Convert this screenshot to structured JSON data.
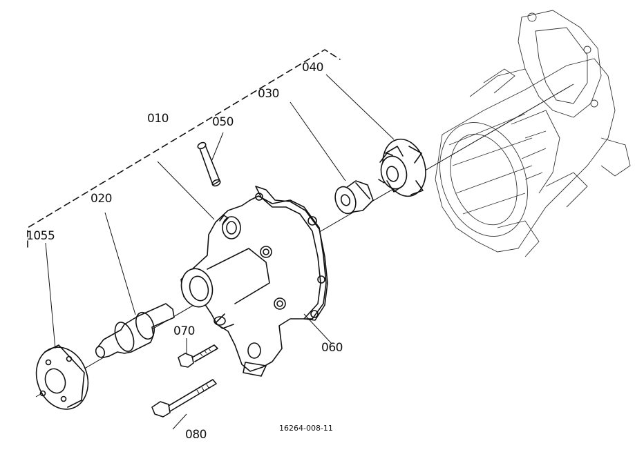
{
  "labels": {
    "p010": "010",
    "p020": "020",
    "p030": "030",
    "p040": "040",
    "p050": "050",
    "p060": "060",
    "p070": "070",
    "p080": "080",
    "p1055": "1055"
  },
  "drawing_number": "16264-008-11",
  "colors": {
    "ink": "#111111",
    "background": "#ffffff"
  }
}
